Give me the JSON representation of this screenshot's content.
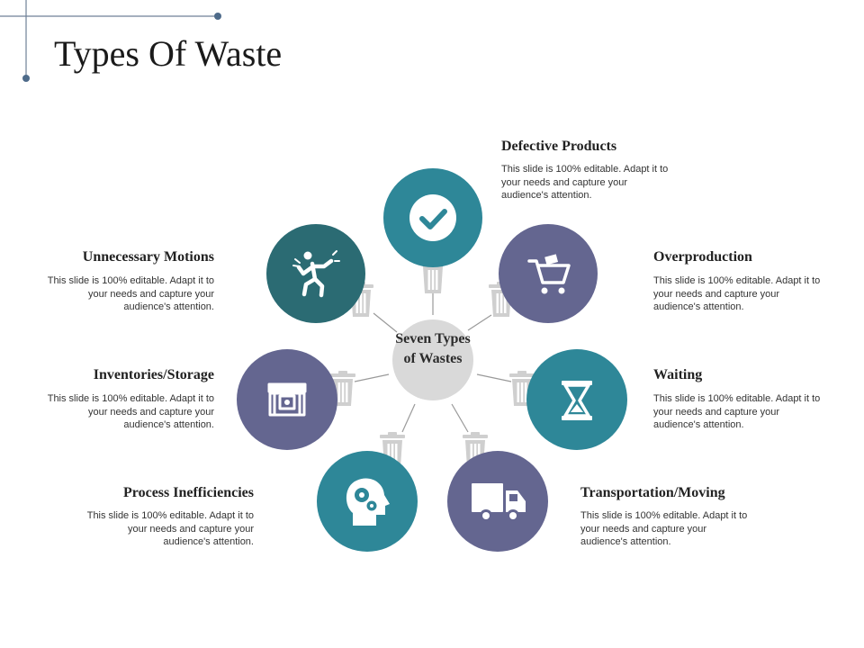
{
  "slide": {
    "title": "Types Of Waste",
    "center_label": "Seven Types of Wastes"
  },
  "colors": {
    "teal": "#2e8798",
    "dark_teal": "#2b6b73",
    "slate": "#646690",
    "center": "#d9d9d9",
    "bin": "#cfcfcf",
    "connector": "#9a9a9a"
  },
  "items": [
    {
      "title": "Defective Products",
      "desc": "This slide is 100% editable. Adapt it to your needs and capture your audience's attention.",
      "icon": "checkmark-icon",
      "color": "teal"
    },
    {
      "title": "Overproduction",
      "desc": "This slide is 100% editable. Adapt it to your needs and capture your audience's attention.",
      "icon": "shopping-cart-icon",
      "color": "slate"
    },
    {
      "title": "Waiting",
      "desc": "This slide is 100% editable. Adapt it to your needs and capture your audience's attention.",
      "icon": "hourglass-icon",
      "color": "teal"
    },
    {
      "title": "Transportation/Moving",
      "desc": "This slide is 100% editable. Adapt it to your needs and capture your audience's attention.",
      "icon": "truck-icon",
      "color": "slate"
    },
    {
      "title": "Process Inefficiencies",
      "desc": "This slide is 100% editable. Adapt it to your needs and capture your audience's attention.",
      "icon": "head-gears-icon",
      "color": "teal"
    },
    {
      "title": "Inventories/Storage",
      "desc": "This slide is 100% editable. Adapt it to your needs and capture your audience's attention.",
      "icon": "storage-chest-icon",
      "color": "slate"
    },
    {
      "title": "Unnecessary Motions",
      "desc": "This slide is 100% editable. Adapt it to your needs and capture your audience's attention.",
      "icon": "person-motion-icon",
      "color": "dark_teal"
    }
  ]
}
